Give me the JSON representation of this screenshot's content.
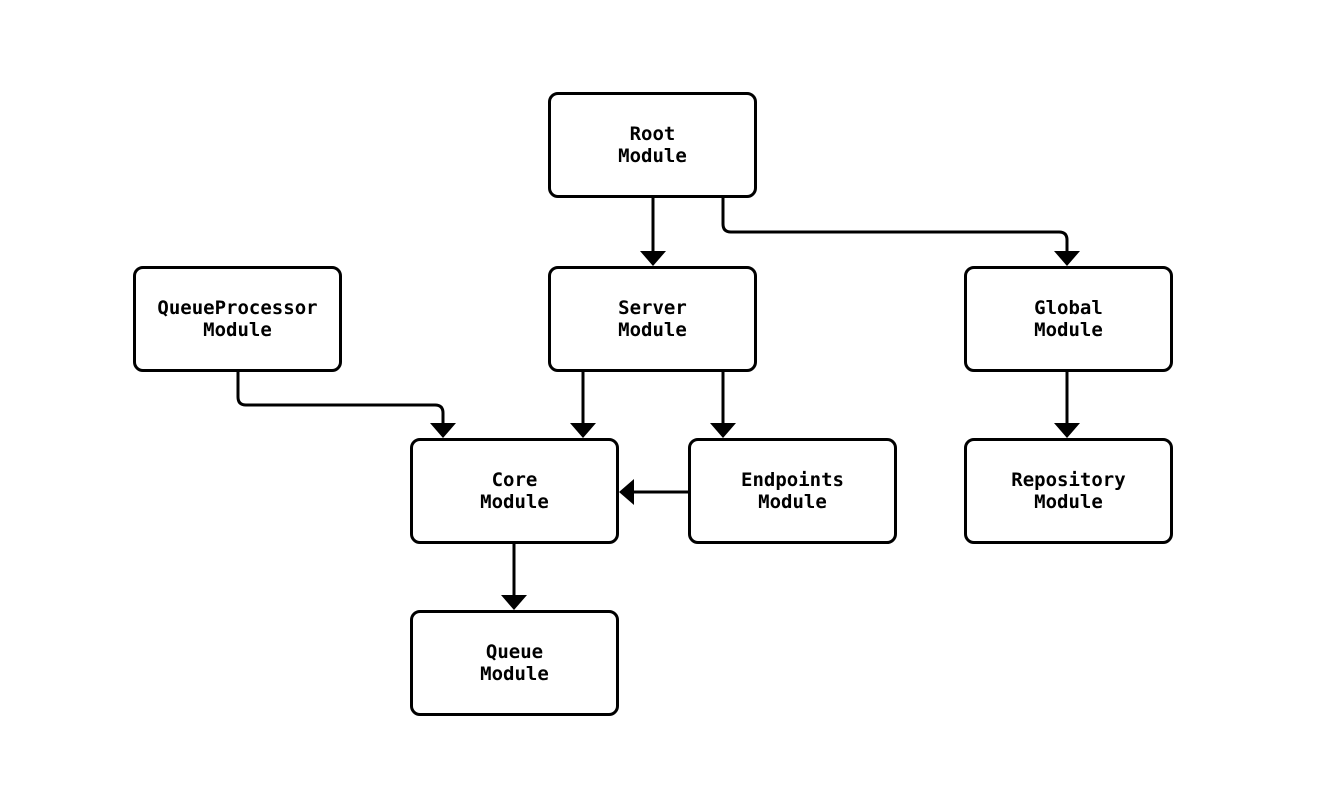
{
  "diagram": {
    "type": "module-dependency-flowchart",
    "colors": {
      "background": "#ffffff",
      "node_fill": "#ffffff",
      "node_border": "#000000",
      "edge": "#000000",
      "text": "#000000"
    },
    "nodes": [
      {
        "id": "root",
        "line1": "Root",
        "line2": "Module"
      },
      {
        "id": "queueprocessor",
        "line1": "QueueProcessor",
        "line2": "Module"
      },
      {
        "id": "server",
        "line1": "Server",
        "line2": "Module"
      },
      {
        "id": "global",
        "line1": "Global",
        "line2": "Module"
      },
      {
        "id": "core",
        "line1": "Core",
        "line2": "Module"
      },
      {
        "id": "endpoints",
        "line1": "Endpoints",
        "line2": "Module"
      },
      {
        "id": "repository",
        "line1": "Repository",
        "line2": "Module"
      },
      {
        "id": "queue",
        "line1": "Queue",
        "line2": "Module"
      }
    ],
    "edges": [
      {
        "from": "Root Module",
        "to": "Server Module"
      },
      {
        "from": "Root Module",
        "to": "Global Module"
      },
      {
        "from": "QueueProcessor Module",
        "to": "Core Module"
      },
      {
        "from": "Server Module",
        "to": "Core Module"
      },
      {
        "from": "Server Module",
        "to": "Endpoints Module"
      },
      {
        "from": "Endpoints Module",
        "to": "Core Module"
      },
      {
        "from": "Global Module",
        "to": "Repository Module"
      },
      {
        "from": "Core Module",
        "to": "Queue Module"
      }
    ]
  }
}
